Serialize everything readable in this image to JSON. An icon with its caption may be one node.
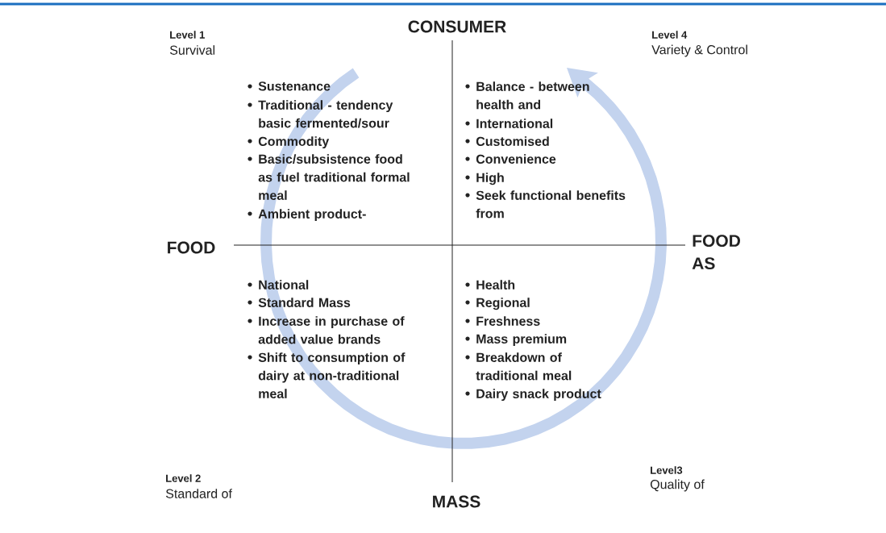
{
  "diagram": {
    "labels": [
      "Level 1",
      "Survival",
      "CONSUMER",
      "Level 4",
      "Variety & Control",
      "Sustenance",
      "Traditional - tendency basic fermented/sour",
      "Commodity",
      "Basic/subsistence food as fuel traditional formal meal",
      "Ambient product-",
      "Balance - between health and",
      "International",
      "Customised",
      "Convenience",
      "High",
      "Seek functional benefits from",
      "FOOD",
      "FOOD AS",
      "National",
      "Standard Mass",
      "Increase in purchase of added value brands",
      "Shift to consumption of dairy at non-traditional meal",
      "Health",
      "Regional",
      "Freshness",
      "Mass premium",
      "Breakdown of traditional meal",
      "Dairy snack product",
      "Level 2",
      "Standard of",
      "MASS",
      "Level3",
      "Quality of"
    ]
  }
}
